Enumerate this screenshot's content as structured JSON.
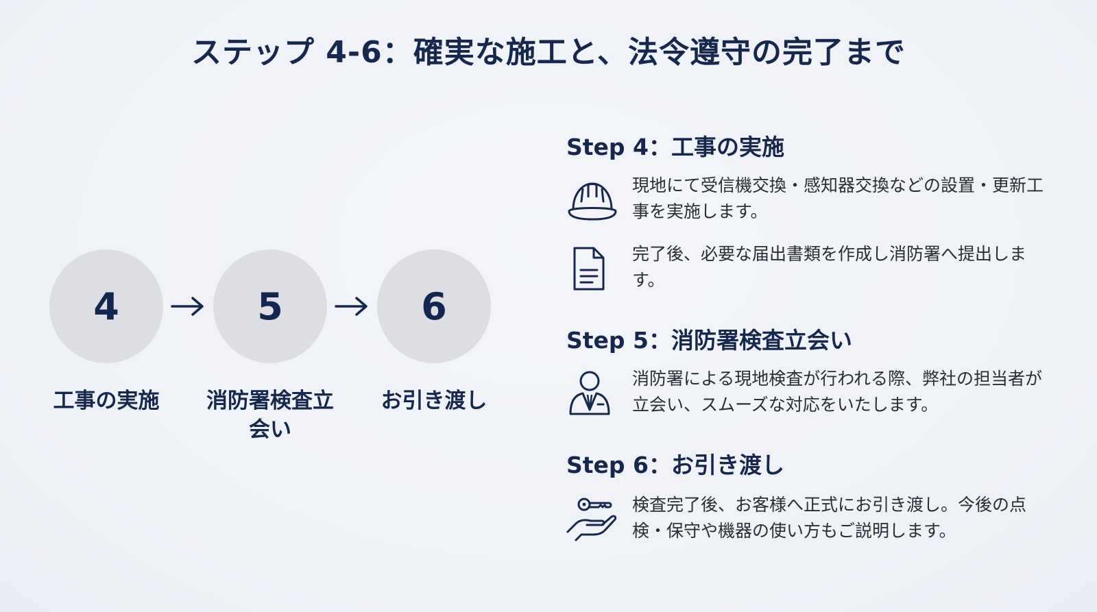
{
  "title": "ステップ 4-6：確実な施工と、法令遵守の完了まで",
  "flow": {
    "steps": [
      {
        "number": "4",
        "label": "工事の実施"
      },
      {
        "number": "5",
        "label": "消防署検査立会い"
      },
      {
        "number": "6",
        "label": "お引き渡し"
      }
    ],
    "arrow": "→"
  },
  "details": {
    "sections": [
      {
        "heading": "Step 4：工事の実施",
        "items": [
          {
            "icon": "hard-hat-icon",
            "text": "現地にて受信機交換・感知器交換などの設置・更新工事を実施します。"
          },
          {
            "icon": "document-icon",
            "text": "完了後、必要な届出書類を作成し消防署へ提出します。"
          }
        ]
      },
      {
        "heading": "Step 5：消防署検査立会い",
        "items": [
          {
            "icon": "person-suit-icon",
            "text": "消防署による現地検査が行われる際、弊社の担当者が立会い、スムーズな対応をいたします。"
          }
        ]
      },
      {
        "heading": "Step 6：お引き渡し",
        "items": [
          {
            "icon": "key-hand-icon",
            "text": "検査完了後、お客様へ正式にお引き渡し。今後の点検・保守や機器の使い方もご説明します。"
          }
        ]
      }
    ]
  },
  "colors": {
    "background": "#eff2f7",
    "navy": "#16284d",
    "circle": "#dcdee3",
    "body_text": "#2a2d33"
  }
}
